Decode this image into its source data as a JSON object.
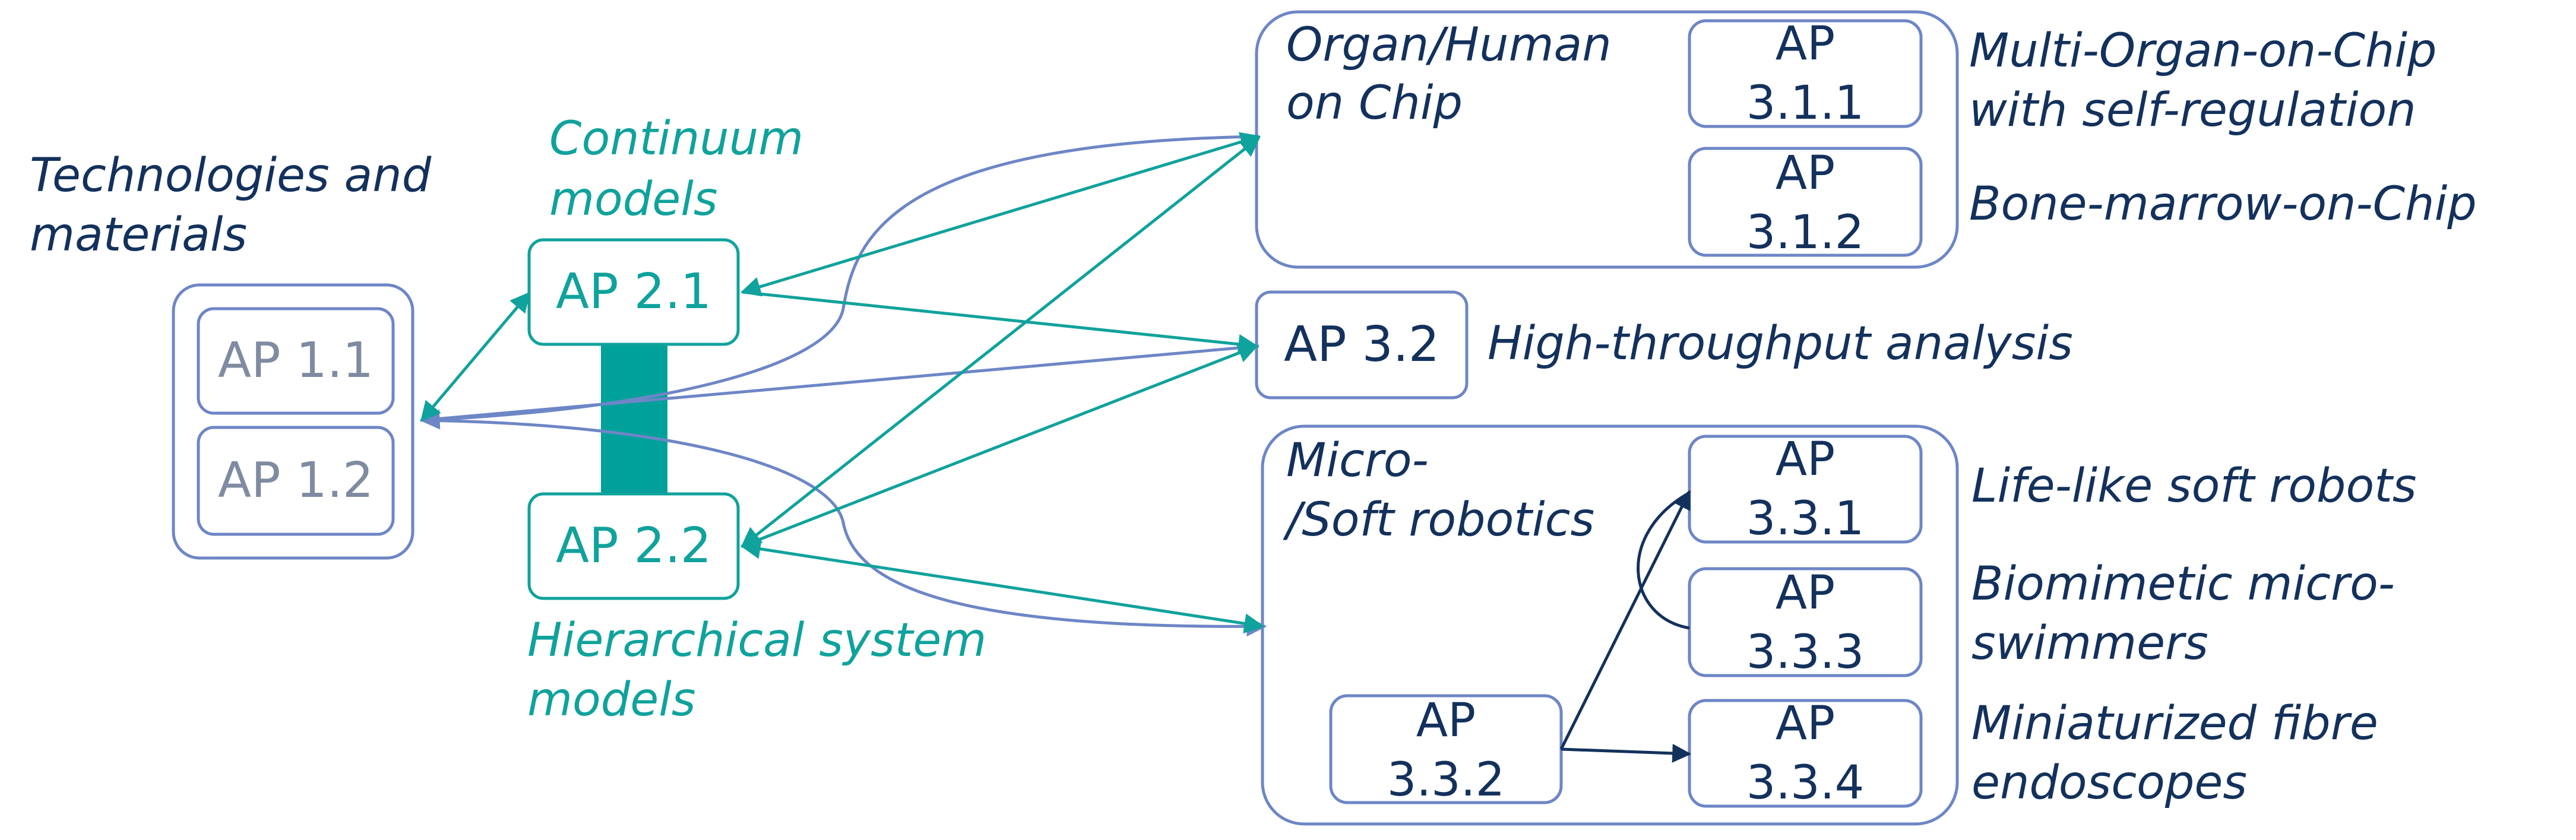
{
  "colors": {
    "navy": "#13315c",
    "teal": "#10a29c",
    "slate": "#6d86c6",
    "gray_text": "#7f8ba1",
    "bar": "#00a19a"
  },
  "labels": {
    "technologies": [
      "Technologies and",
      "materials"
    ],
    "continuum": [
      "Continuum",
      "models"
    ],
    "hierarchical": [
      "Hierarchical system",
      "models"
    ],
    "organ_chip": [
      "Organ/Human",
      "on Chip"
    ],
    "robotics": [
      "Micro-",
      "/Soft robotics"
    ],
    "multi_organ": [
      "Multi-Organ-on-Chip",
      "with self-regulation"
    ],
    "bone_marrow": "Bone-marrow-on-Chip",
    "high_throughput": "High-throughput analysis",
    "life_like": "Life-like soft robots",
    "biomimetic": [
      "Biomimetic micro-",
      "swimmers"
    ],
    "fibre": [
      "Miniaturized fibre",
      "endoscopes"
    ]
  },
  "boxes": {
    "ap_1_1": "AP 1.1",
    "ap_1_2": "AP 1.2",
    "ap_2_1": "AP 2.1",
    "ap_2_2": "AP 2.2",
    "ap_3_1_1": [
      "AP",
      "3.1.1"
    ],
    "ap_3_1_2": [
      "AP",
      "3.1.2"
    ],
    "ap_3_2": "AP 3.2",
    "ap_3_3_1": [
      "AP",
      "3.3.1"
    ],
    "ap_3_3_2": [
      "AP",
      "3.3.2"
    ],
    "ap_3_3_3": [
      "AP",
      "3.3.3"
    ],
    "ap_3_3_4": [
      "AP",
      "3.3.4"
    ]
  }
}
